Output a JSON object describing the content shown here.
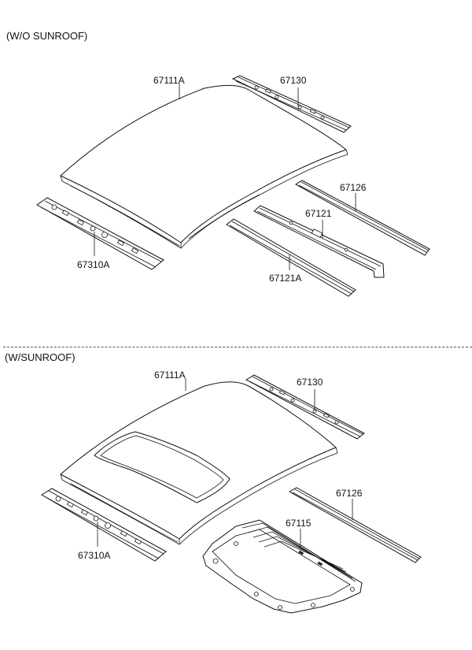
{
  "sections": [
    {
      "title": "(W/O SUNROOF)",
      "parts": [
        "67111A",
        "67130",
        "67126",
        "67121",
        "67121A",
        "67310A"
      ]
    },
    {
      "title": "(W/SUNROOF)",
      "parts": [
        "67111A",
        "67130",
        "67126",
        "67115",
        "67310A"
      ]
    }
  ]
}
